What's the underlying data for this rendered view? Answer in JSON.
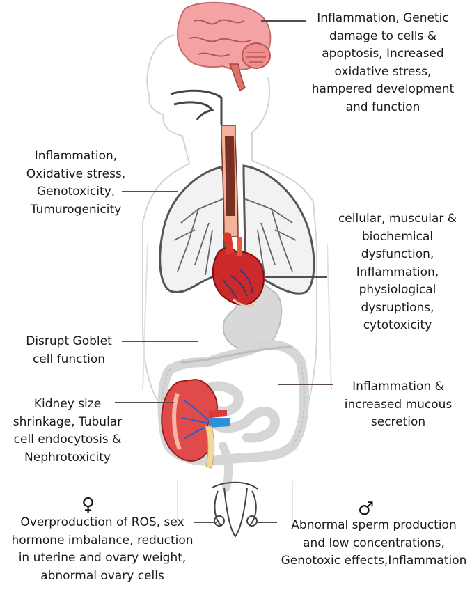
{
  "labels": {
    "brain": "Inflammation, Genetic\ndamage to cells &\napoptosis, Increased\noxidative stress,\nhampered development\nand function",
    "lungs": "Inflammation,\nOxidative stress,\nGenotoxicity,\nTumurogenicity",
    "heart": "cellular, muscular &\nbiochemical\ndysfunction,\nInflammation,\nphysiological\ndysruptions,\ncytotoxicity",
    "stomach": "Disrupt Goblet\ncell function",
    "intestine": "Inflammation &\nincreased mucous\nsecretion",
    "kidney": "Kidney size\nshrinkage, Tubular\ncell endocytosis &\nNephrotoxicity",
    "female": "Overproduction of ROS, sex\nhormone imbalance, reduction\nin uterine and ovary weight,\nabnormal ovary cells",
    "male": "Abnormal sperm production\nand low concentrations,\nGenotoxic effects,Inflammation"
  },
  "symbols": {
    "female": "♀",
    "male": "♂"
  },
  "colors": {
    "brain": "#f3a3a4",
    "brain_stem": "#e0716a",
    "lungs_outline": "#555555",
    "heart": "#cc2a2a",
    "kidney": "#e04a4a",
    "ureter": "#f4d79a",
    "gut": "#d8d8d8",
    "leader_line": "#5a4a4a"
  }
}
